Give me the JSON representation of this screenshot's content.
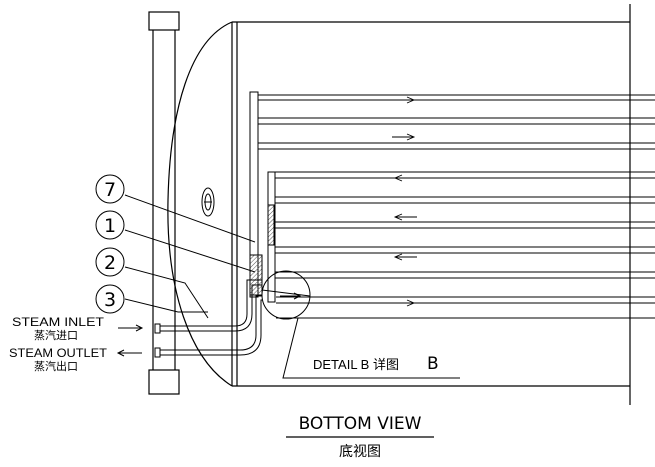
{
  "callouts": [
    {
      "number": "7"
    },
    {
      "number": "1"
    },
    {
      "number": "2"
    },
    {
      "number": "3"
    }
  ],
  "labels": {
    "steam_inlet_en": "STEAM INLET",
    "steam_inlet_cn": "蒸汽进口",
    "steam_outlet_en": "STEAM OUTLET",
    "steam_outlet_cn": "蒸汽出口",
    "detail": "DETAIL B 详图",
    "detail_letter": "B",
    "view_en": "BOTTOM  VIEW",
    "view_cn": "底视图"
  },
  "colors": {
    "line": "#000000",
    "hatch": "#555555"
  }
}
